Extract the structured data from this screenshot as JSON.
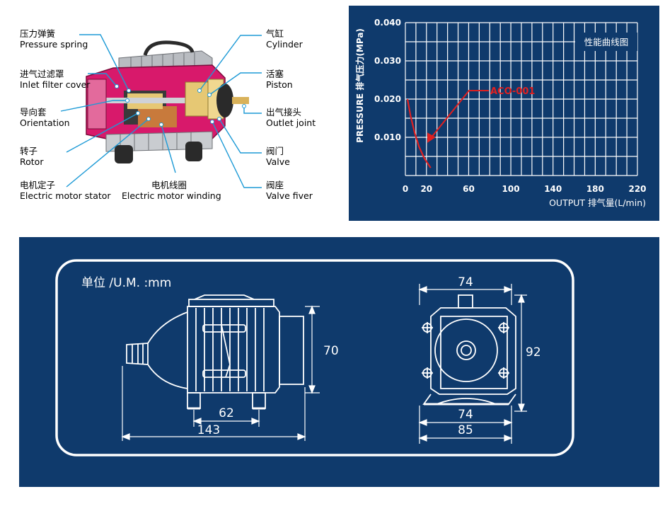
{
  "cutaway": {
    "labels_left": [
      {
        "cn": "压力弹簧",
        "en": "Pressure spring"
      },
      {
        "cn": "进气过滤罩",
        "en": "Inlet filter cover"
      },
      {
        "cn": "导向套",
        "en": "Orientation"
      },
      {
        "cn": "转子",
        "en": "Rotor"
      },
      {
        "cn": "电机定子",
        "en": "Electric motor stator"
      }
    ],
    "label_bottom": {
      "cn": "电机线圈",
      "en": "Electric motor winding"
    },
    "labels_right": [
      {
        "cn": "气缸",
        "en": "Cylinder"
      },
      {
        "cn": "活塞",
        "en": "Piston"
      },
      {
        "cn": "出气接头",
        "en": "Outlet joint"
      },
      {
        "cn": "阀门",
        "en": "Valve"
      },
      {
        "cn": "阀座",
        "en": "Valve fiver"
      }
    ],
    "colors": {
      "housing": "#d8196b",
      "fins": "#b9bcc1",
      "piston": "#e6c874",
      "leader": "#1d9ad6"
    }
  },
  "chart_data": {
    "type": "line",
    "title": "性能曲线图",
    "xlabel": "OUTPUT 排气量(L/min)",
    "ylabel": "PRESSURE 排气压力(MPa)",
    "xlim": [
      0,
      220
    ],
    "ylim": [
      0,
      0.04
    ],
    "x_ticks": [
      "0",
      "20",
      "60",
      "100",
      "140",
      "180",
      "220"
    ],
    "y_ticks": [
      "0.040",
      "0.030",
      "0.020",
      "0.010"
    ],
    "grid": true,
    "annotations": [
      "ACO-001"
    ],
    "series": [
      {
        "name": "ACO-001",
        "color": "#e02020",
        "x": [
          2,
          5,
          9,
          13,
          18,
          24
        ],
        "y": [
          0.02,
          0.0155,
          0.011,
          0.0075,
          0.0045,
          0.002
        ]
      }
    ],
    "background": "#0f3a6c"
  },
  "dimensions": {
    "unit_label": "单位 /U.M. :mm",
    "front": {
      "height": "70",
      "mount": "62",
      "length": "143"
    },
    "side": {
      "top_width": "74",
      "height": "92",
      "base_width": "74",
      "overall_width": "85"
    }
  }
}
